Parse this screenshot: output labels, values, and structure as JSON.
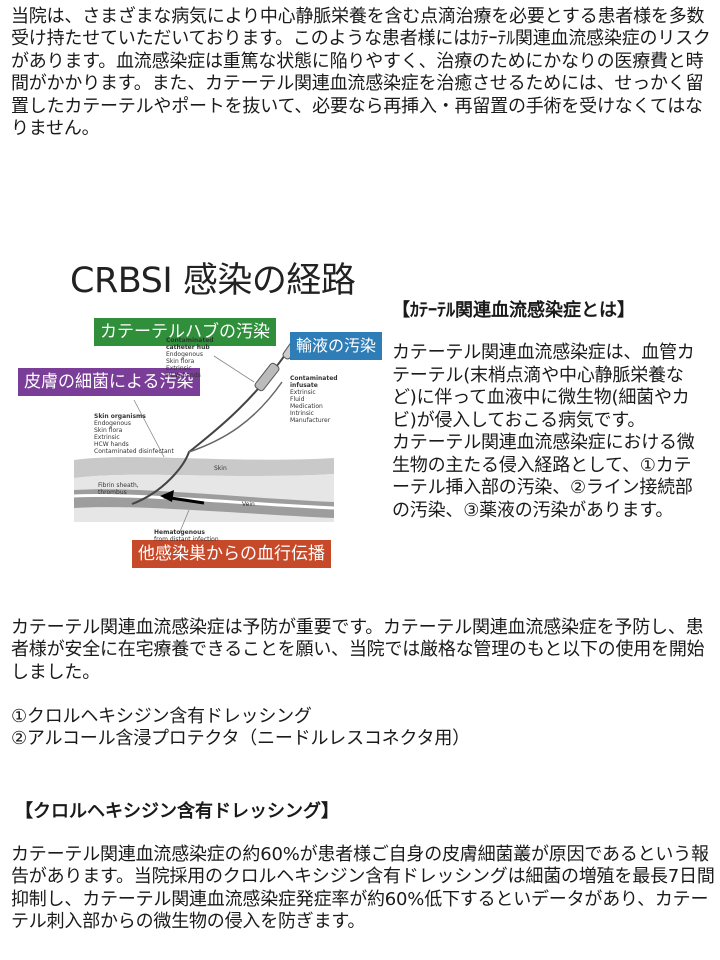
{
  "intro_text": "当院は、さまざまな病気により中心静脈栄養を含む点滴治療を必要とする患者様を多数受け持たせていただいております。このような患者様にはｶﾃｰﾃﾙ関連血流感染症のリスクがあります。血流感染症は重篤な状態に陥りやすく、治療のためにかなりの医療費と時間がかかります。また、カテーテル関連血流感染症を治癒させるためには、せっかく留置したカテーテルやポートを抜いて、必要なら再挿入・再留置の手術を受けなくてはなりません。",
  "figure": {
    "title": "CRBSI 感染の経路",
    "tags": {
      "hub": "カテーテルハブの汚染",
      "infusate": "輸液の汚染",
      "skin": "皮膚の細菌による汚染",
      "hematogenous": "他感染巣からの血行伝播"
    },
    "labels": {
      "hub_en_title": "Contaminated\ncatheter hub",
      "hub_en_items": "Endogenous\nSkin flora\nExtrinsic\nHCW hands",
      "infusate_en_title": "Contaminated\ninfusate",
      "infusate_en_items": "Extrinsic\nFluid\nMedication\nIntrinsic\nManufacturer",
      "skin_en_title": "Skin organisms",
      "skin_en_items": "Endogenous\nSkin flora\nExtrinsic\nHCW hands\nContaminated disinfectant",
      "skin_layer": "Skin",
      "fibrin": "Fibrin sheath,\nthrombus",
      "vein": "Vein",
      "hematogenous_en_title": "Hematogenous",
      "hematogenous_en_sub": "from distant infection"
    }
  },
  "side": {
    "title": "【ｶﾃｰﾃﾙ関連血流感染症とは】",
    "body": "カテーテル関連血流感染症は、血管カテーテル(末梢点滴や中心静脈栄養など)に伴って血液中に微生物(細菌やカビ)が侵入しておこる病気です。\nカテーテル関連血流感染症における微生物の主たる侵入経路として、①カテーテル挿入部の汚染、②ライン接続部の汚染、③薬液の汚染があります。"
  },
  "prevention_text": "カテーテル関連血流感染症は予防が重要です。カテーテル関連血流感染症を予防し、患者様が安全に在宅療養できることを願い、当院では厳格な管理のもと以下の使用を開始しました。",
  "items": "①クロルヘキシジン含有ドレッシング\n②アルコール含浸プロテクタ（ニードルレスコネクタ用）",
  "section": {
    "title": "【クロルヘキシジン含有ドレッシング】",
    "body": "カテーテル関連血流感染症の約60%が患者様ご自身の皮膚細菌叢が原因であるという報告があります。当院採用のクロルヘキシジン含有ドレッシングは細菌の増殖を最長7日間抑制し、カテーテル関連血流感染症発症率が約60%低下するといデータがあり、カテーテル刺入部からの微生物の侵入を防ぎます。"
  },
  "colors": {
    "green_tag": "#2f8f3a",
    "blue_tag": "#2e7db7",
    "purple_tag": "#7a3d98",
    "red_tag": "#c64a2a"
  }
}
